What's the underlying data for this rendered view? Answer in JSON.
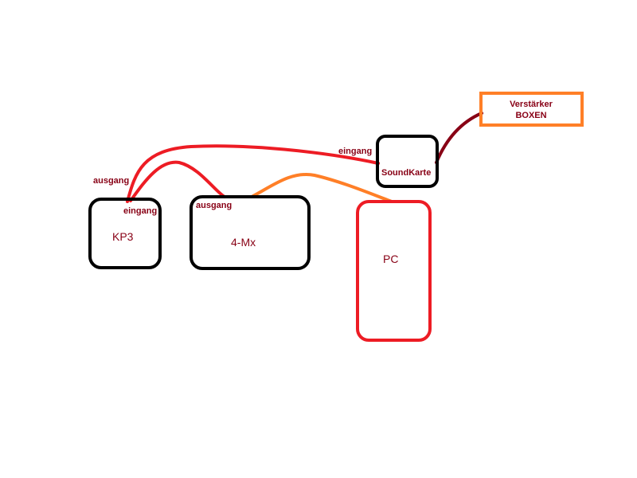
{
  "colors": {
    "black": "#000000",
    "red": "#ed1c24",
    "orange": "#ff7f27",
    "dark_red": "#880015",
    "text": "#880015"
  },
  "boxes": {
    "kp3": "KP3",
    "four_mx": "4-Mx",
    "pc": "PC",
    "soundkarte": "SoundKarte",
    "verstaerker_line1": "Verstärker",
    "verstaerker_line2": "BOXEN"
  },
  "ports": {
    "kp3_ausgang": "ausgang",
    "kp3_eingang": "eingang",
    "four_mx_ausgang": "ausgang",
    "soundkarte_eingang": "eingang"
  }
}
